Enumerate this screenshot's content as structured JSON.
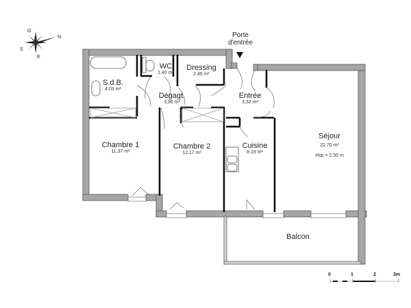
{
  "compass": {
    "north": "N",
    "south": "S",
    "east": "E",
    "west": "O"
  },
  "entrance": {
    "label_line1": "Porte",
    "label_line2": "d'entrée"
  },
  "rooms": {
    "sdb": {
      "name": "S.d.B.",
      "area": "4,03 m²"
    },
    "wc": {
      "name": "WC",
      "area": "1,40 m²"
    },
    "dressing": {
      "name": "Dressing",
      "area": "2,46 m²"
    },
    "degagt": {
      "name": "Dégagt.",
      "area": "3,96 m²"
    },
    "entree": {
      "name": "Entrée",
      "area": "3,32 m²"
    },
    "chambre1": {
      "name": "Chambre 1",
      "area": "11,37 m²"
    },
    "chambre2": {
      "name": "Chambre 2",
      "area": "12,17 m²"
    },
    "cuisine": {
      "name": "Cuisine",
      "area": "8,19 m²"
    },
    "sejour": {
      "name": "Séjour",
      "area": "22,70 m²",
      "height": "Hsp = 2,50 m"
    },
    "balcon": {
      "name": "Balcon"
    }
  },
  "scale": {
    "ticks": [
      "0",
      "1",
      "2",
      "3m"
    ]
  },
  "colors": {
    "wall": "#a6a6a6",
    "wall_stroke": "#555555",
    "partition": "#111111"
  }
}
